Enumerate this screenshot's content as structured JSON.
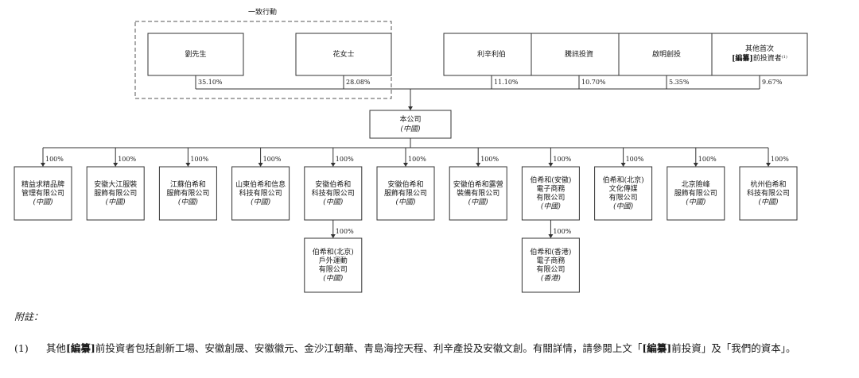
{
  "concert_label": "一致行動",
  "shareholders": [
    {
      "name": "劉先生",
      "pct": "35.10%"
    },
    {
      "name": "花女士",
      "pct": "28.08%"
    },
    {
      "name": "利辛利伯",
      "pct": "11.10%"
    },
    {
      "name": "騰訊投資",
      "pct": "10.70%"
    },
    {
      "name": "啟明創投",
      "pct": "5.35%"
    },
    {
      "name_line1": "其他首次",
      "name_bold": "[編纂]",
      "name_rest": "前投資者",
      "name_sup": "(1)",
      "pct": "9.67%"
    }
  ],
  "company": {
    "name": "本公司",
    "jurisdiction": "(中國)"
  },
  "subsidiaries": [
    {
      "lines": [
        "精益求精品牌",
        "管理有限公司"
      ],
      "jurisdiction": "(中國)",
      "pct": "100%"
    },
    {
      "lines": [
        "安徽大江服裝",
        "服飾有限公司"
      ],
      "jurisdiction": "(中國)",
      "pct": "100%"
    },
    {
      "lines": [
        "江蘇伯希和",
        "服飾有限公司"
      ],
      "jurisdiction": "(中國)",
      "pct": "100%"
    },
    {
      "lines": [
        "山東伯希和信息",
        "科技有限公司"
      ],
      "jurisdiction": "(中國)",
      "pct": "100%"
    },
    {
      "lines": [
        "安徽伯希和",
        "科技有限公司"
      ],
      "jurisdiction": "(中國)",
      "pct": "100%"
    },
    {
      "lines": [
        "安徽伯希和",
        "服飾有限公司"
      ],
      "jurisdiction": "(中國)",
      "pct": "100%"
    },
    {
      "lines": [
        "安徽伯希和露營",
        "裝備有限公司"
      ],
      "jurisdiction": "(中國)",
      "pct": "100%"
    },
    {
      "lines": [
        "伯希和(安徽)",
        "電子商務",
        "有限公司"
      ],
      "jurisdiction": "(中國)",
      "pct": "100%"
    },
    {
      "lines": [
        "伯希和(北京)",
        "文化傳媒",
        "有限公司"
      ],
      "jurisdiction": "(中國)",
      "pct": "100%"
    },
    {
      "lines": [
        "北京險峰",
        "服飾有限公司"
      ],
      "jurisdiction": "(中國)",
      "pct": "100%"
    },
    {
      "lines": [
        "杭州伯希和",
        "科技有限公司"
      ],
      "jurisdiction": "(中國)",
      "pct": "100%"
    }
  ],
  "sub_subsidiaries": [
    {
      "parent_index": 4,
      "lines": [
        "伯希和(北京)",
        "戶外運動",
        "有限公司"
      ],
      "jurisdiction": "(中國)",
      "pct": "100%"
    },
    {
      "parent_index": 7,
      "lines": [
        "伯希和(香港)",
        "電子商務",
        "有限公司"
      ],
      "jurisdiction": "(香港)",
      "pct": "100%"
    }
  ],
  "notes": {
    "title": "附註：",
    "items": [
      {
        "num": "(1)",
        "seg1": "其他",
        "bold1": "[編纂]",
        "seg2": "前投資者包括創新工場、安徽創晟、安徽徽元、金沙江朝華、青島海控天程、利辛產投及安徽文創。有關詳情，請參閱上文「",
        "bold2": "[編纂]",
        "seg3": "前投資」及「我們的資本」。"
      }
    ]
  }
}
